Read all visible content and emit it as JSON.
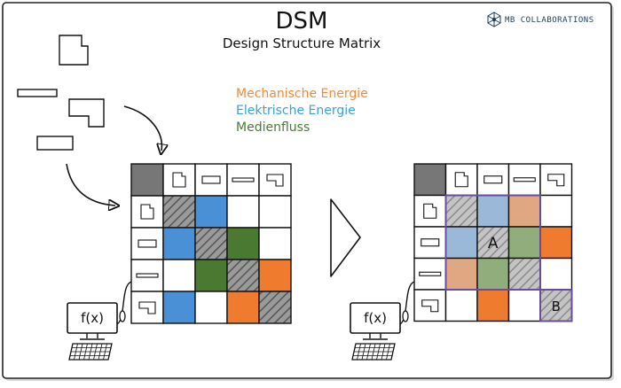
{
  "header": {
    "title": "DSM",
    "subtitle": "Design Structure Matrix"
  },
  "logo": {
    "text": "MB COLLABORATIONS",
    "icon": "network-polyhedron-icon"
  },
  "legend": [
    {
      "label": "Mechanische Energie",
      "color": "#f08a3a"
    },
    {
      "label": "Elektrische Energie",
      "color": "#3aa0d8"
    },
    {
      "label": "Medienfluss",
      "color": "#4a7a32"
    }
  ],
  "colors": {
    "mech": "#ef7b2e",
    "elec": "#4a90d6",
    "media": "#4a7a32",
    "mech_light": "#e0a882",
    "elec_light": "#9ab8d8",
    "media_light": "#8fae7c",
    "corner": "#777777",
    "cluster_border": "#6a4c9c"
  },
  "matrix_left": {
    "cells": [
      [
        "D",
        "E",
        "_",
        "_"
      ],
      [
        "E",
        "D",
        "M",
        "_"
      ],
      [
        "_",
        "M",
        "D",
        "O"
      ],
      [
        "E",
        "_",
        "O",
        "D"
      ]
    ]
  },
  "matrix_right": {
    "cells": [
      [
        "D",
        "e",
        "o",
        "_"
      ],
      [
        "e",
        "D",
        "m",
        "O"
      ],
      [
        "o",
        "m",
        "D",
        "_"
      ],
      [
        "_",
        "O",
        "_",
        "D"
      ]
    ],
    "clusters": [
      "A",
      "B"
    ]
  },
  "function_box": {
    "label": "f(x)"
  }
}
